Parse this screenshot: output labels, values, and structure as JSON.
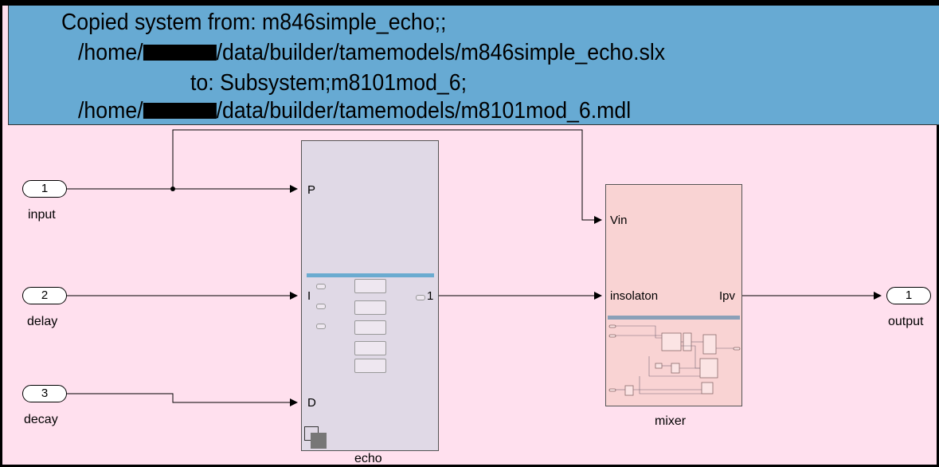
{
  "annotation": {
    "line1": "Copied system from: m846simple_echo;;",
    "line2_prefix": "/home/",
    "line2_suffix": "/data/builder/tamemodels/m846simple_echo.slx",
    "line3": "to: Subsystem;m8101mod_6;",
    "line4_prefix": "/home/",
    "line4_suffix": "/data/builder/tamemodels/m8101mod_6.mdl"
  },
  "inports": [
    {
      "number": "1",
      "label": "input"
    },
    {
      "number": "2",
      "label": "delay"
    },
    {
      "number": "3",
      "label": "decay"
    }
  ],
  "outport": {
    "number": "1",
    "label": "output"
  },
  "echo_block": {
    "name": "echo",
    "in_ports": [
      "P",
      "I",
      "D"
    ],
    "out_port": "1"
  },
  "mixer_block": {
    "name": "mixer",
    "in_ports": [
      "Vin",
      "insolaton"
    ],
    "out_port": "Ipv"
  },
  "colors": {
    "canvas": "#ffe0ee",
    "banner": "#67aad3",
    "echo_fill": "#e0d9e6",
    "mixer_fill": "#f9d3d3",
    "echo_separator": "#6aabd0",
    "mixer_separator": "#8aa0b8"
  }
}
